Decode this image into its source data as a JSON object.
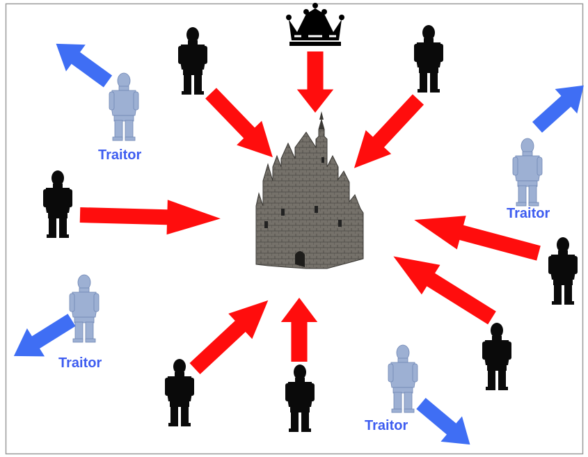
{
  "traitor_labels": [
    "Traitor",
    "Traitor",
    "Traitor",
    "Traitor"
  ],
  "colors": {
    "attack_arrow": "#ff0d0d",
    "flee_arrow": "#3f6ef4",
    "loyal_general": "#0a0a0a",
    "traitor_general": "#9db0d3",
    "traitor_label": "#3d5cf0",
    "castle": "#6e6a64",
    "frame": "#9a9a9a"
  },
  "icons": {
    "king": "crown-icon",
    "target": "castle-icon",
    "loyal": "black-knight-icon",
    "traitor": "pale-knight-icon"
  }
}
